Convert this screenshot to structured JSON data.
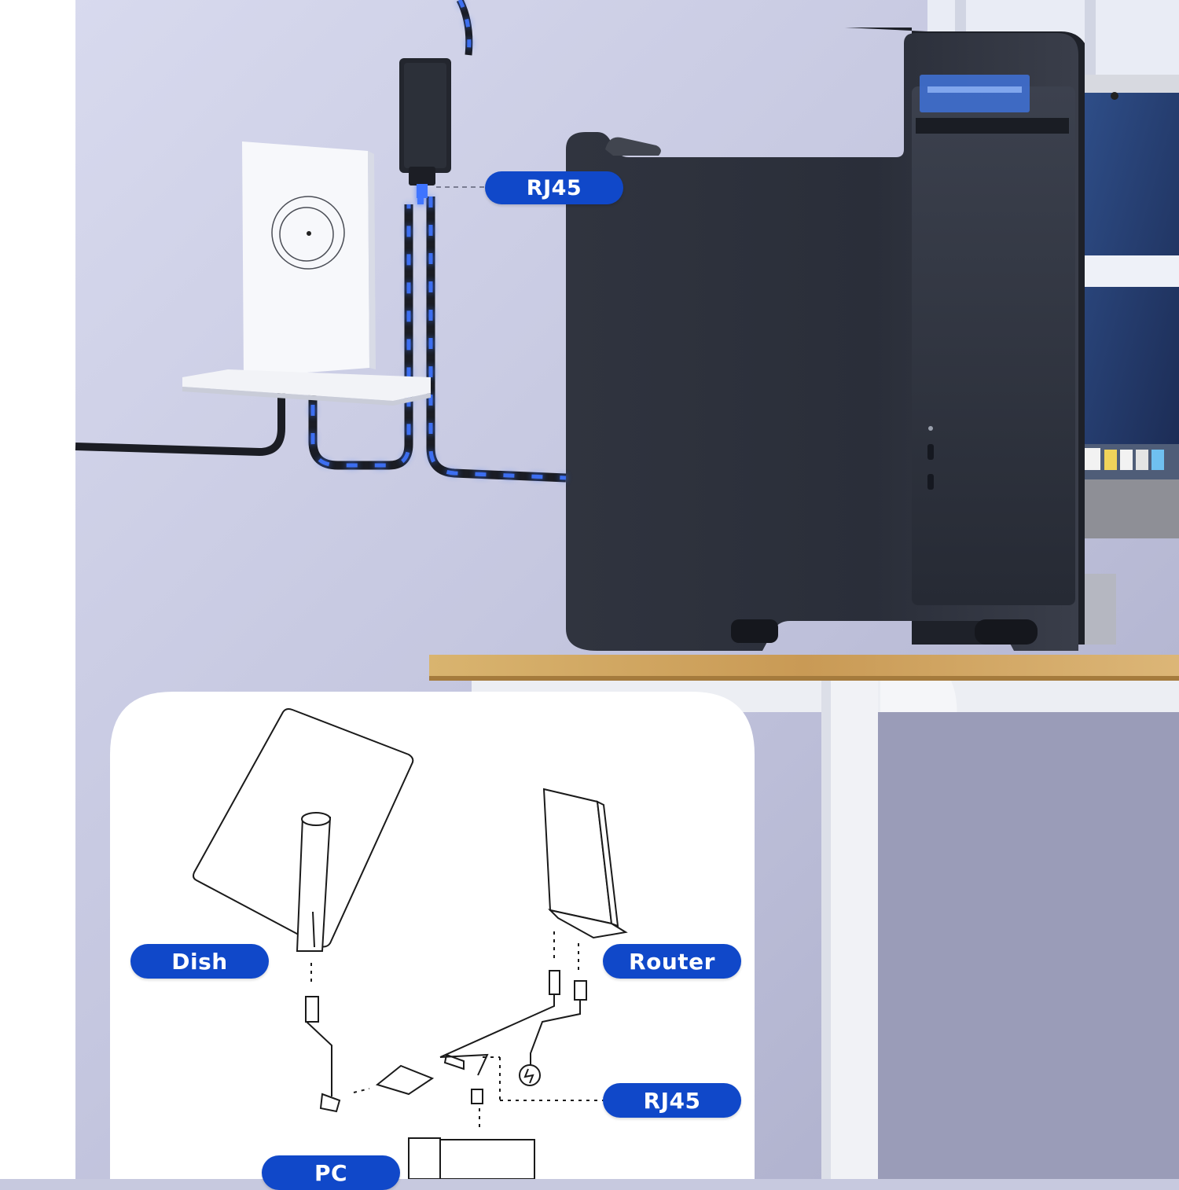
{
  "labels": {
    "rj45_top": "RJ45",
    "dish": "Dish",
    "router": "Router",
    "rj45_bottom": "RJ45",
    "pc": "PC"
  },
  "colors": {
    "label_blue": "#1048c9",
    "cable_glow": "#3f74ff",
    "wall": "#c7c9df",
    "pc_case": "#2b2f3c",
    "desk_wood": "#d2a864"
  }
}
